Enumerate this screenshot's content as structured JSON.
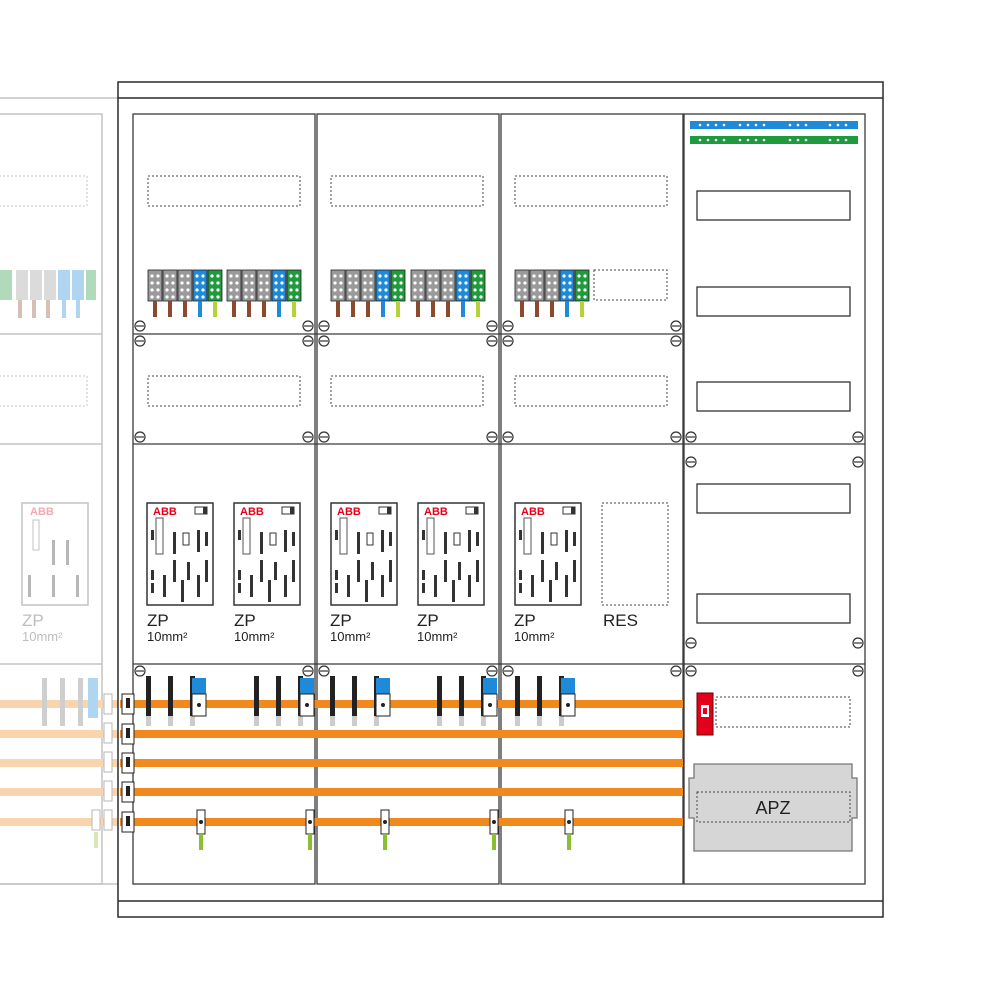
{
  "panels": {
    "zp": {
      "title": "ZP",
      "subtitle": "10mm²"
    },
    "res": {
      "title": "RES"
    },
    "apz": {
      "title": "APZ"
    },
    "brand": {
      "logo_text": "ABB"
    }
  },
  "colors": {
    "frame": "#2a2a2a",
    "ghost": "#b9b9b9",
    "busbar": "#f08a1e",
    "busbar_ghost": "#f8c8a0",
    "terminal_blue": "#1e8ad8",
    "terminal_green": "#1f9a3c",
    "wire_brown": "#8b4a2b",
    "abb_red": "#e2001a",
    "apz_gray": "#d6d6d6"
  }
}
